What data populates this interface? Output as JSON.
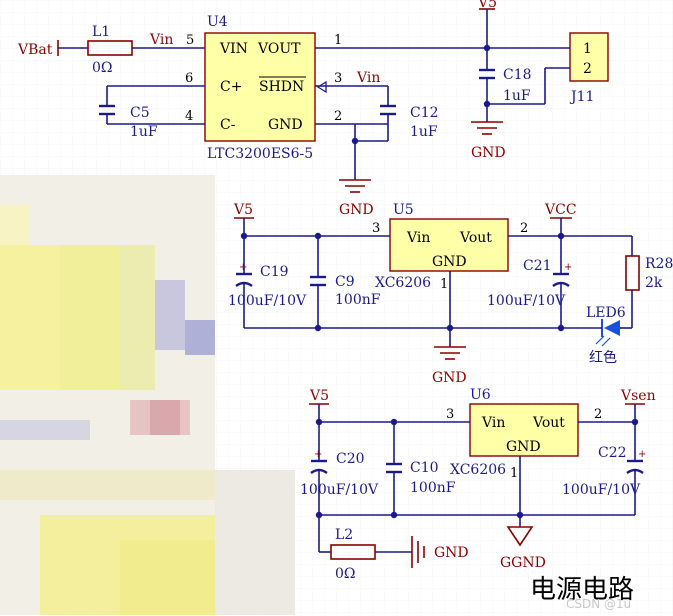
{
  "title": "电源电路",
  "watermark": "CSDN @1u",
  "colors": {
    "wire": "#1a1a8c",
    "part": "#8b0000",
    "ic_fill": "#ffffa8",
    "led": "#1a4fd8"
  },
  "upper": {
    "u4": {
      "ref": "U4",
      "part": "LTC3200ES6-5",
      "pin_vin": "VIN",
      "pin_vout": "VOUT",
      "pin_cplus": "C+",
      "pin_shdn": "SHDN",
      "pin_cminus": "C-",
      "pin_gnd": "GND",
      "n5": "5",
      "n1": "1",
      "n6": "6",
      "n3": "3",
      "n4": "4",
      "n2": "2"
    },
    "vbat": "VBat",
    "l1": {
      "ref": "L1",
      "value": "0Ω"
    },
    "vin_net": "Vin",
    "vin_net2": "Vin",
    "c5": {
      "ref": "C5",
      "value": "1uF"
    },
    "c12": {
      "ref": "C12",
      "value": "1uF"
    },
    "c18": {
      "ref": "C18",
      "value": "1uF"
    },
    "v5": "V5",
    "gnd1": "GND",
    "gnd2": "GND",
    "j11": {
      "ref": "J11",
      "p1": "1",
      "p2": "2"
    }
  },
  "middle": {
    "u5": {
      "ref": "U5",
      "part": "XC6206",
      "pin_vin": "Vin",
      "pin_vout": "Vout",
      "pin_gnd": "GND",
      "n3": "3",
      "n2": "2",
      "n1": "1"
    },
    "v5": "V5",
    "vcc": "VCC",
    "c19": {
      "ref": "C19",
      "value": "100uF/10V"
    },
    "c9": {
      "ref": "C9",
      "value": "100nF"
    },
    "c21": {
      "ref": "C21",
      "value": "100uF/10V"
    },
    "r28": {
      "ref": "R28",
      "value": "2k"
    },
    "led6": {
      "ref": "LED6",
      "color": "红色"
    },
    "gnd": "GND"
  },
  "lower": {
    "u6": {
      "ref": "U6",
      "part": "XC6206",
      "pin_vin": "Vin",
      "pin_vout": "Vout",
      "pin_gnd": "GND",
      "n3": "3",
      "n2": "2",
      "n1": "1"
    },
    "v5": "V5",
    "vsen": "Vsen",
    "c20": {
      "ref": "C20",
      "value": "100uF/10V"
    },
    "c10": {
      "ref": "C10",
      "value": "100nF"
    },
    "c22": {
      "ref": "C22",
      "value": "100uF/10V"
    },
    "l2": {
      "ref": "L2",
      "value": "0Ω"
    },
    "gnd": "GND",
    "ggnd": "GGND"
  }
}
